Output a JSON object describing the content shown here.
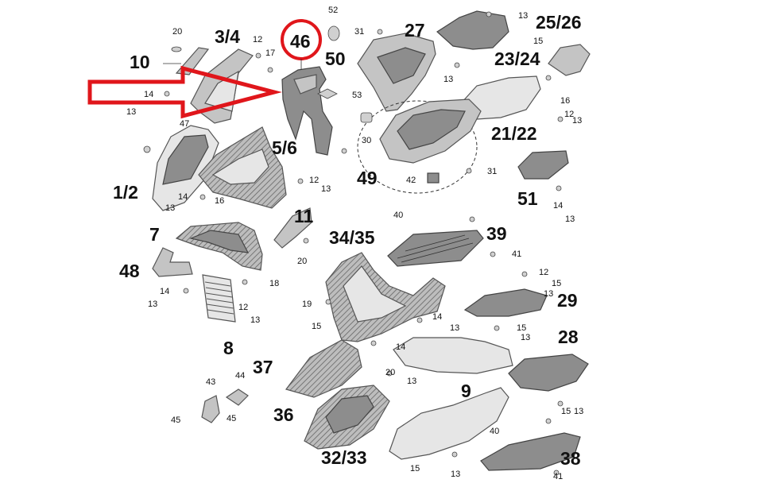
{
  "diagram": {
    "highlight_color": "#e0161b",
    "part_color": "#c4c4c4",
    "line_color": "#333333",
    "highlighted_part": "46",
    "big_labels": [
      "46",
      "3/4",
      "10",
      "5/6",
      "1/2",
      "11",
      "7",
      "48",
      "8",
      "34/35",
      "39",
      "50",
      "27",
      "25/26",
      "23/24",
      "21/22",
      "49",
      "51",
      "29",
      "28",
      "9",
      "37",
      "36",
      "32/33",
      "38"
    ],
    "small_labels": [
      "52",
      "20",
      "12",
      "17",
      "31",
      "13",
      "15",
      "14",
      "13",
      "16",
      "47",
      "53",
      "30",
      "12",
      "13",
      "14",
      "16",
      "13",
      "42",
      "31",
      "12",
      "13",
      "13",
      "14",
      "13",
      "40",
      "20",
      "18",
      "41",
      "12",
      "15",
      "13",
      "19",
      "14",
      "13",
      "12",
      "15",
      "13",
      "14",
      "13",
      "15",
      "13",
      "14",
      "13",
      "20",
      "43",
      "44",
      "45",
      "45",
      "40",
      "15",
      "13",
      "15",
      "13",
      "41"
    ]
  }
}
